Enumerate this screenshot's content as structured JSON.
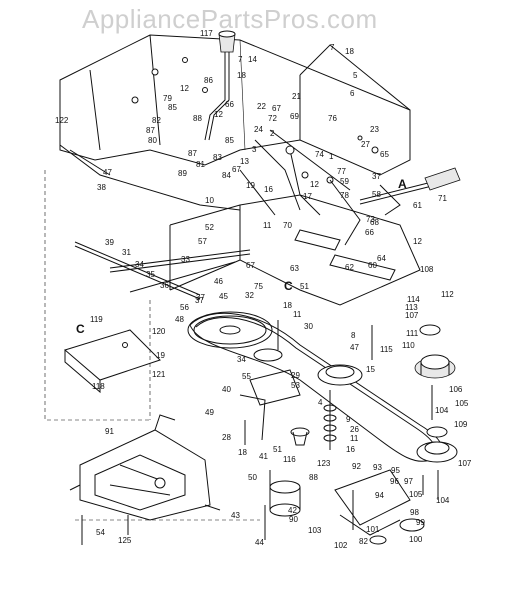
{
  "watermark": "AppliancePartsPros.com",
  "callouts": {
    "c117": "117",
    "c7": "7",
    "c18a": "18",
    "c5": "5",
    "c6": "6",
    "c122": "122",
    "c47": "47",
    "c38": "38",
    "c86": "86",
    "c12a": "12",
    "c79": "79",
    "c85a": "85",
    "c82": "82",
    "c87a": "87",
    "c80": "80",
    "c88": "88",
    "c66": "66",
    "c12b": "12",
    "c83": "83",
    "c85b": "85",
    "c87b": "87",
    "c81": "81",
    "c89": "89",
    "c84": "84",
    "c7b": "7",
    "c14": "14",
    "c18b": "18",
    "c22": "22",
    "c67a": "67",
    "c72": "72",
    "c69": "69",
    "c21": "21",
    "c76": "76",
    "c23": "23",
    "c24": "24",
    "c2": "2",
    "c27": "27",
    "c3": "3",
    "c13": "13",
    "c67b": "67",
    "c74": "74",
    "c1": "1",
    "c65": "65",
    "c77": "77",
    "c59": "59",
    "c37a": "37",
    "c71": "71",
    "c12c": "12",
    "c58": "58",
    "c19": "19",
    "c10": "10",
    "c16a": "16",
    "c17": "17",
    "c78": "78",
    "c73": "73",
    "c68": "68",
    "c61": "61",
    "c52": "52",
    "c11a": "11",
    "c70": "70",
    "c66b": "66",
    "c12d": "12",
    "c39": "39",
    "c57": "57",
    "c31": "31",
    "c33": "33",
    "c67c": "67",
    "c63": "63",
    "c62": "62",
    "c60": "60",
    "c64": "64",
    "c108": "108",
    "c34a": "34",
    "c35": "35",
    "c36": "36",
    "c46": "46",
    "c37b": "37",
    "c75": "75",
    "c51a": "51",
    "c45": "45",
    "c56": "56",
    "c32": "32",
    "c48": "48",
    "c18c": "18",
    "c11b": "11",
    "c30": "30",
    "c112": "112",
    "c114": "114",
    "c113": "113",
    "c107a": "107",
    "c119": "119",
    "c120": "120",
    "c19b": "19",
    "c121": "121",
    "c118": "118",
    "c8": "8",
    "c47b": "47",
    "c115": "115",
    "c111": "111",
    "c110": "110",
    "c34b": "34",
    "c55": "55",
    "c29": "29",
    "c53": "53",
    "c40": "40",
    "c15": "15",
    "c106": "106",
    "c105": "105",
    "c104a": "104",
    "c49": "49",
    "c28": "28",
    "c4": "4",
    "c9": "9",
    "c26": "26",
    "c11c": "11",
    "c16b": "16",
    "c109": "109",
    "c91": "91",
    "c51b": "51",
    "c18d": "18",
    "c41": "41",
    "c116": "116",
    "c123": "123",
    "c93": "93",
    "c95": "95",
    "c107b": "107",
    "c50": "50",
    "c88b": "88",
    "c92": "92",
    "c96": "96",
    "c97": "97",
    "c105b": "105",
    "c104b": "104",
    "c42": "42",
    "c43": "43",
    "c90": "90",
    "c103": "103",
    "c94": "94",
    "c98": "98",
    "c99": "99",
    "c101": "101",
    "c54": "54",
    "c125": "125",
    "c44": "44",
    "c102": "102",
    "c82b": "82",
    "c100": "100",
    "cA": "A",
    "cC1": "C",
    "cC2": "C",
    "c37c": "37"
  }
}
